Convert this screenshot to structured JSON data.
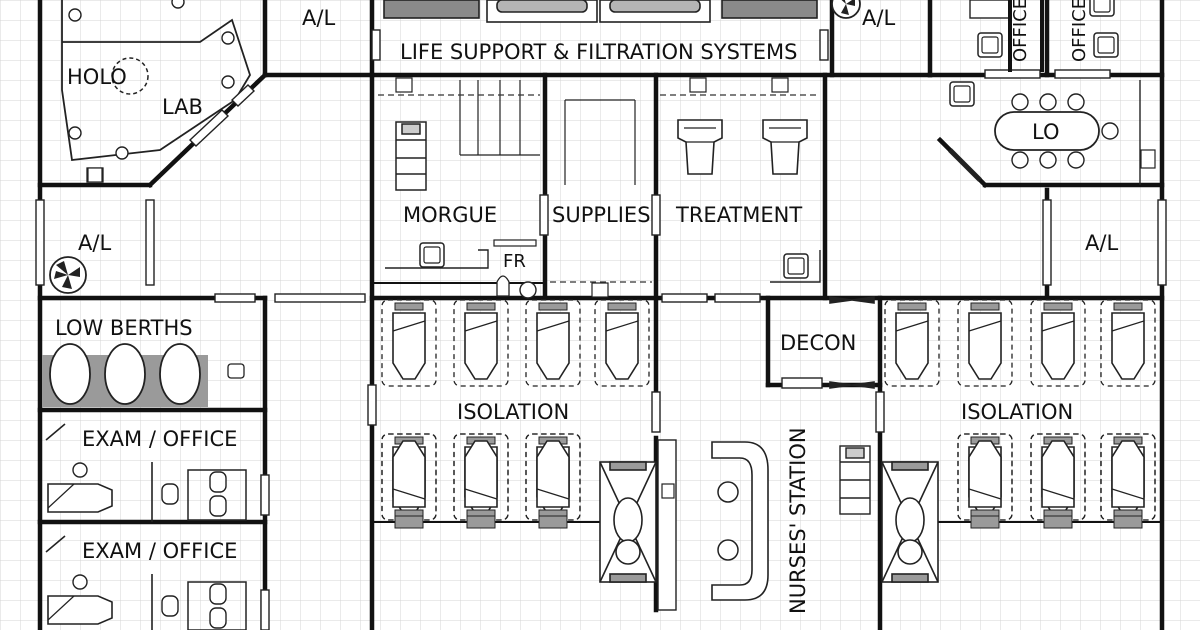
{
  "rooms": {
    "holo": "HOLO",
    "lab": "LAB",
    "airlock": "A/L",
    "life_support": "LIFE SUPPORT & FILTRATION SYSTEMS",
    "office": "OFFICE",
    "lo": "LO",
    "morgue": "MORGUE",
    "supplies": "SUPPLIES",
    "treatment": "TREATMENT",
    "fr": "FR",
    "low_berths": "LOW BERTHS",
    "exam_office": "EXAM / OFFICE",
    "decon": "DECON",
    "isolation": "ISOLATION",
    "nurses_station": "NURSES' STATION"
  },
  "colors": {
    "wall": "#111111",
    "grid": "#d4d4d4",
    "berth_fill": "#9a9a9a",
    "background": "#ffffff"
  }
}
